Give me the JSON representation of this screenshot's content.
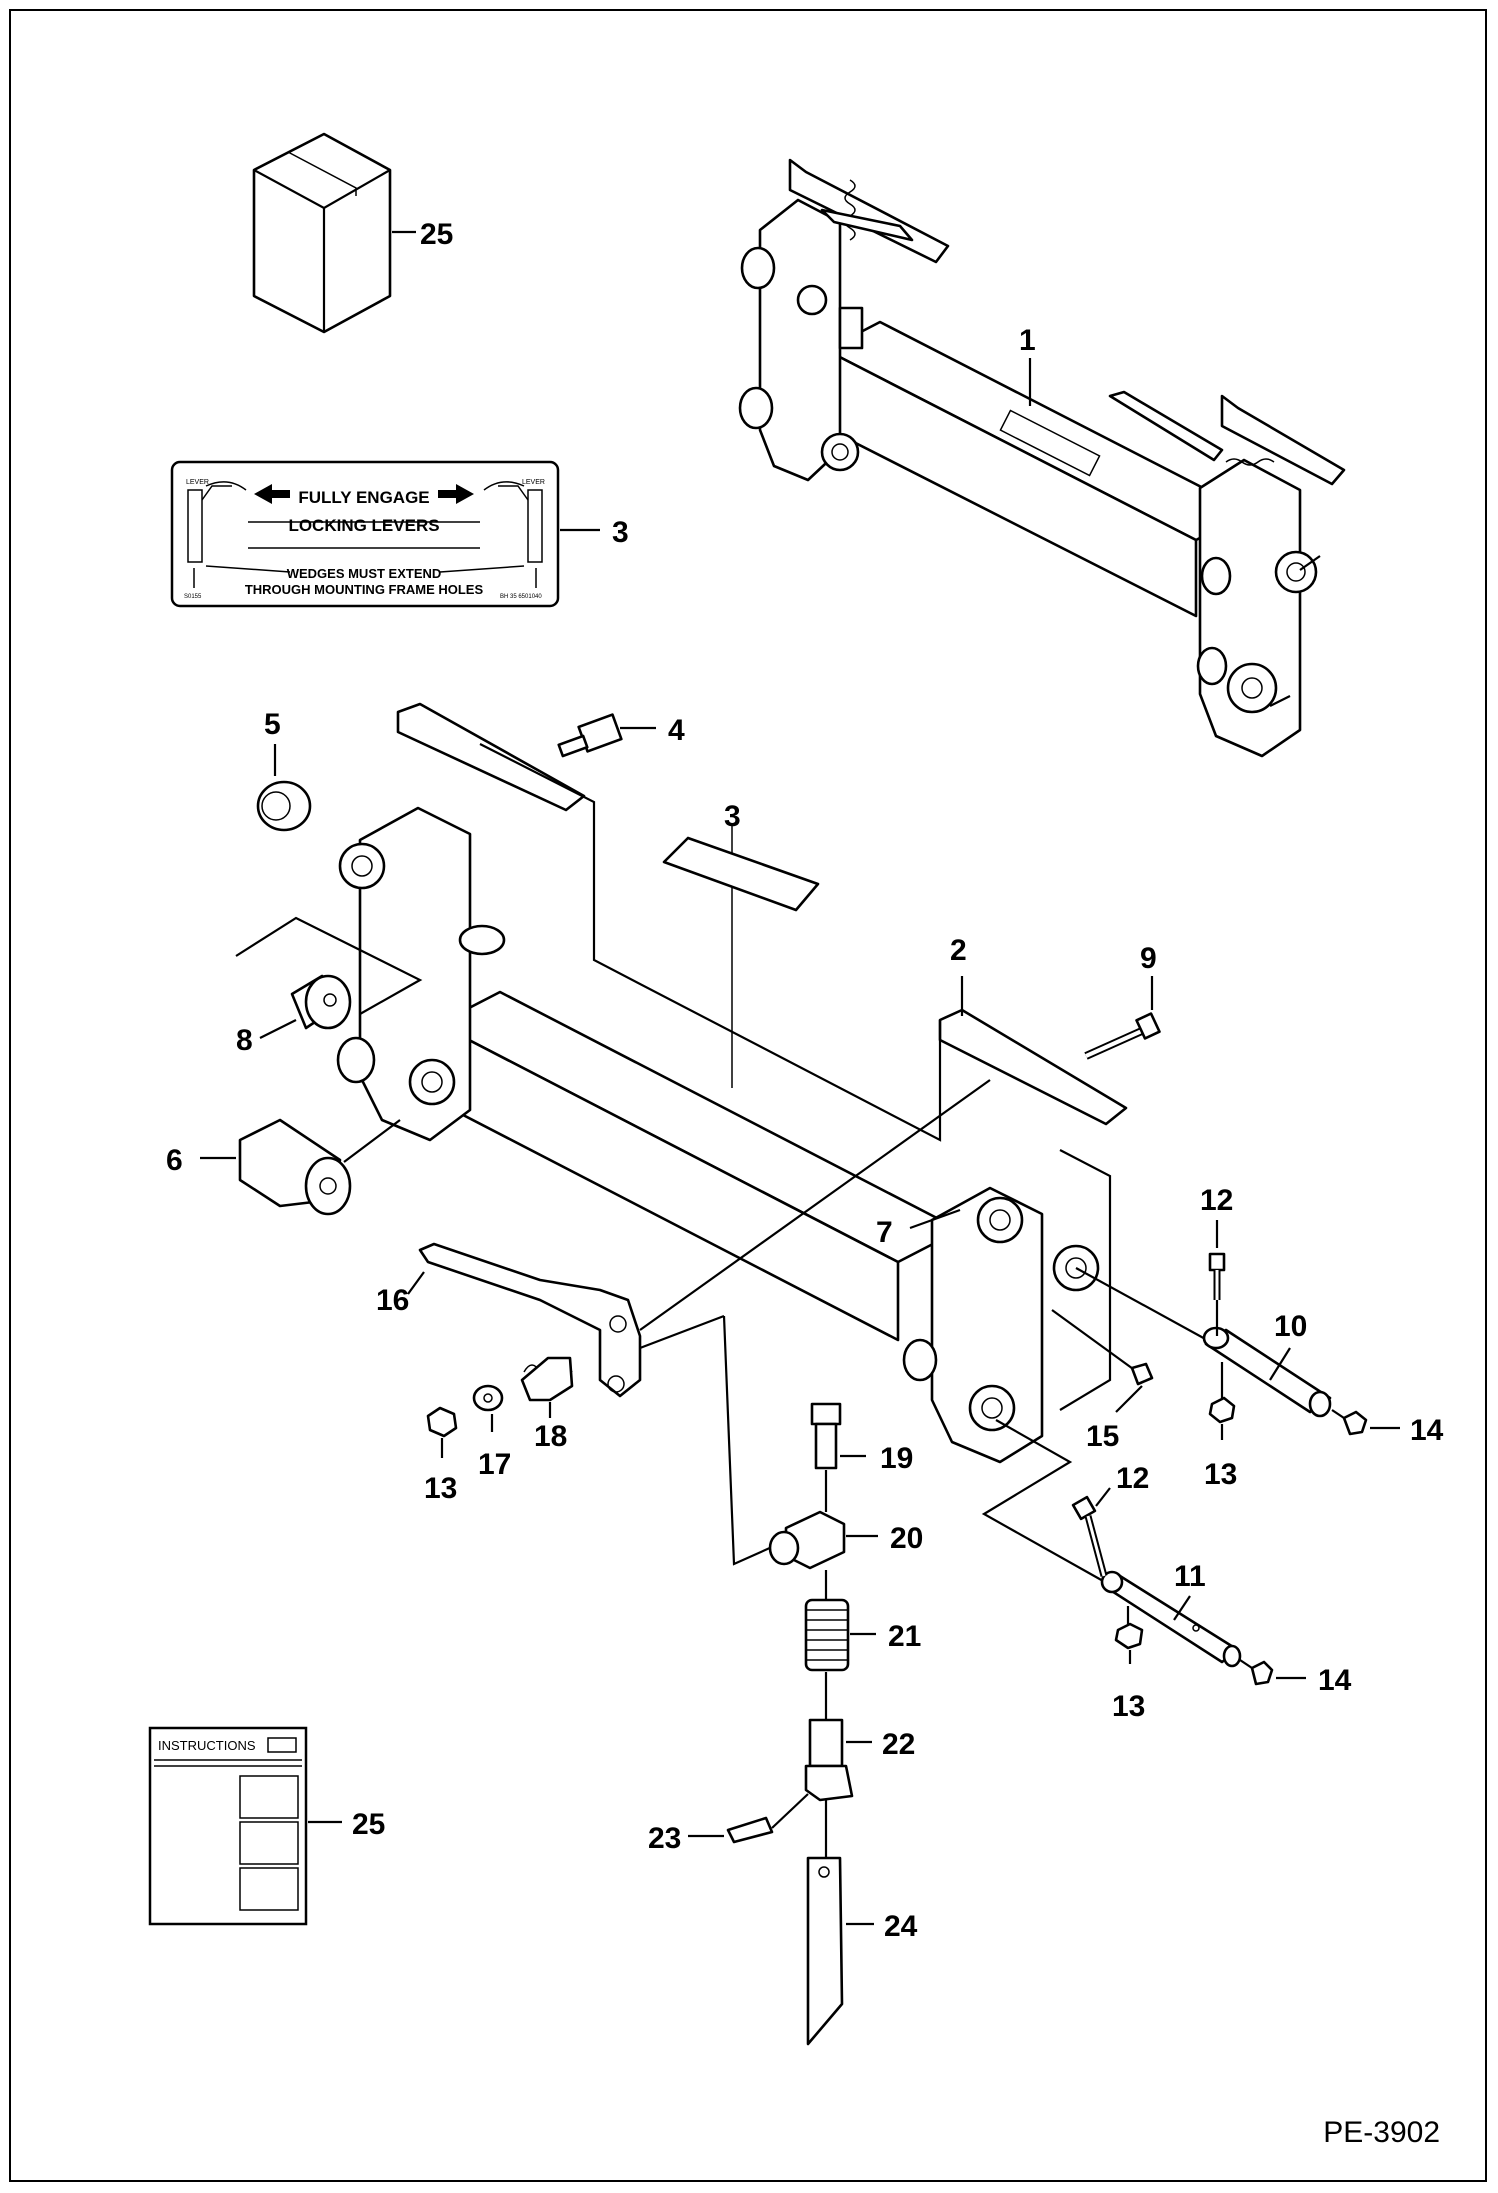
{
  "decal": {
    "line1": "FULLY ENGAGE",
    "line2": "LOCKING LEVERS",
    "line3": "WEDGES MUST EXTEND",
    "line4": "THROUGH MOUNTING FRAME HOLES",
    "lever_left": "LEVER",
    "lever_right": "LEVER",
    "code_left": "S0155",
    "code_right": "BH 35 6501040"
  },
  "manual": {
    "title": "INSTRUCTIONS"
  },
  "callouts": {
    "c1": "1",
    "c2": "2",
    "c3a": "3",
    "c3b": "3",
    "c4": "4",
    "c5": "5",
    "c6": "6",
    "c7": "7",
    "c8": "8",
    "c9": "9",
    "c10": "10",
    "c11": "11",
    "c12a": "12",
    "c12b": "12",
    "c13a": "13",
    "c13b": "13",
    "c13c": "13",
    "c14a": "14",
    "c14b": "14",
    "c15": "15",
    "c16": "16",
    "c17": "17",
    "c18": "18",
    "c19": "19",
    "c20": "20",
    "c21": "21",
    "c22": "22",
    "c23": "23",
    "c24": "24",
    "c25a": "25",
    "c25b": "25"
  },
  "reference": "PE-3902"
}
